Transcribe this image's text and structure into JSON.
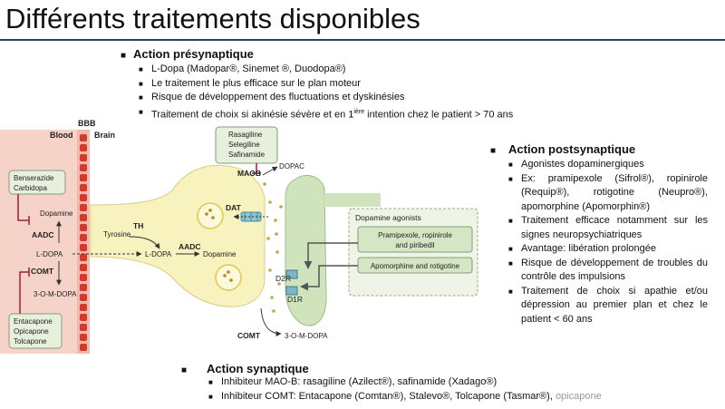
{
  "slide": {
    "title": "Différents traitements disponibles"
  },
  "presynaptic": {
    "heading": "Action présynaptique",
    "items": [
      "L-Dopa (Madopar®, Sinemet ®, Duodopa®)",
      "Le traitement le plus efficace sur le plan moteur",
      "Risque de développement des fluctuations et dyskinésies"
    ],
    "last_item_before": "Traitement de choix si akinésie sévère et en 1",
    "last_item_sup": "ière",
    "last_item_after": " intention chez le patient > 70 ans"
  },
  "postsynaptic": {
    "heading": "Action postsynaptique",
    "items": [
      "Agonistes dopaminergiques",
      "Ex: pramipexole (Sifrol®), ropinirole (Requip®), rotigotine (Neupro®), apomorphine (Apomorphin®)",
      "Traitement efficace notamment sur les signes neuropsychiatriques",
      "Avantage: libération prolongée",
      "Risque de développement de troubles du contrôle des impulsions",
      "Traitement de choix si apathie et/ou dépression au premier plan et chez le patient < 60 ans"
    ]
  },
  "synaptic": {
    "heading": "Action synaptique",
    "item1": "Inhibiteur MAO-B: rasagiline (Azilect®), safinamide (Xadago®)",
    "item2_main": "Inhibiteur COMT: Entacapone (Comtan®), Stalevo®, Tolcapone (Tasmar®), ",
    "item2_muted": "opicapone"
  },
  "figure": {
    "bbb": "BBB",
    "blood": "Blood",
    "brain": "Brain",
    "box_aadc_inhib": [
      "Benserazide",
      "Carbidopa"
    ],
    "box_comt_inhib": [
      "Entacapone",
      "Opicapone",
      "Tolcapone"
    ],
    "box_maob_inhib": [
      "Rasagiline",
      "Selegiline",
      "Safinamide"
    ],
    "dopamine_blood": "Dopamine",
    "aadc": "AADC",
    "ldopa": "L-DOPA",
    "comt": "COMT",
    "omdopa": "3-O-M-DOPA",
    "tyrosine": "Tyrosine",
    "th": "TH",
    "ldopa_neuron": "L-DOPA",
    "aadc_neuron": "AADC",
    "dopamine_neuron": "Dopamine",
    "dat": "DAT",
    "maob": "MAOB",
    "dopac": "DOPAC",
    "comt_syn": "COMT",
    "omdopa_syn": "3-O-M-DOPA",
    "agonists_title": "Dopamine agonists",
    "agonist_box1": [
      "Pramipexole, ropinirole",
      "and piribedil"
    ],
    "agonist_box2": "Apomorphine and rotigotine",
    "d2r": "D2R",
    "d1r": "D1R"
  },
  "colors": {
    "title_rule": "#2b3d6e",
    "vessel": "#f6d3c8",
    "bbb_cell": "#d23a2a",
    "presynaptic_neuron": "#f8f2bf",
    "postsynaptic_neuron": "#cfe3bd",
    "drug_box": "#e7f0dc",
    "inhibitor_line": "#a11c3a"
  }
}
